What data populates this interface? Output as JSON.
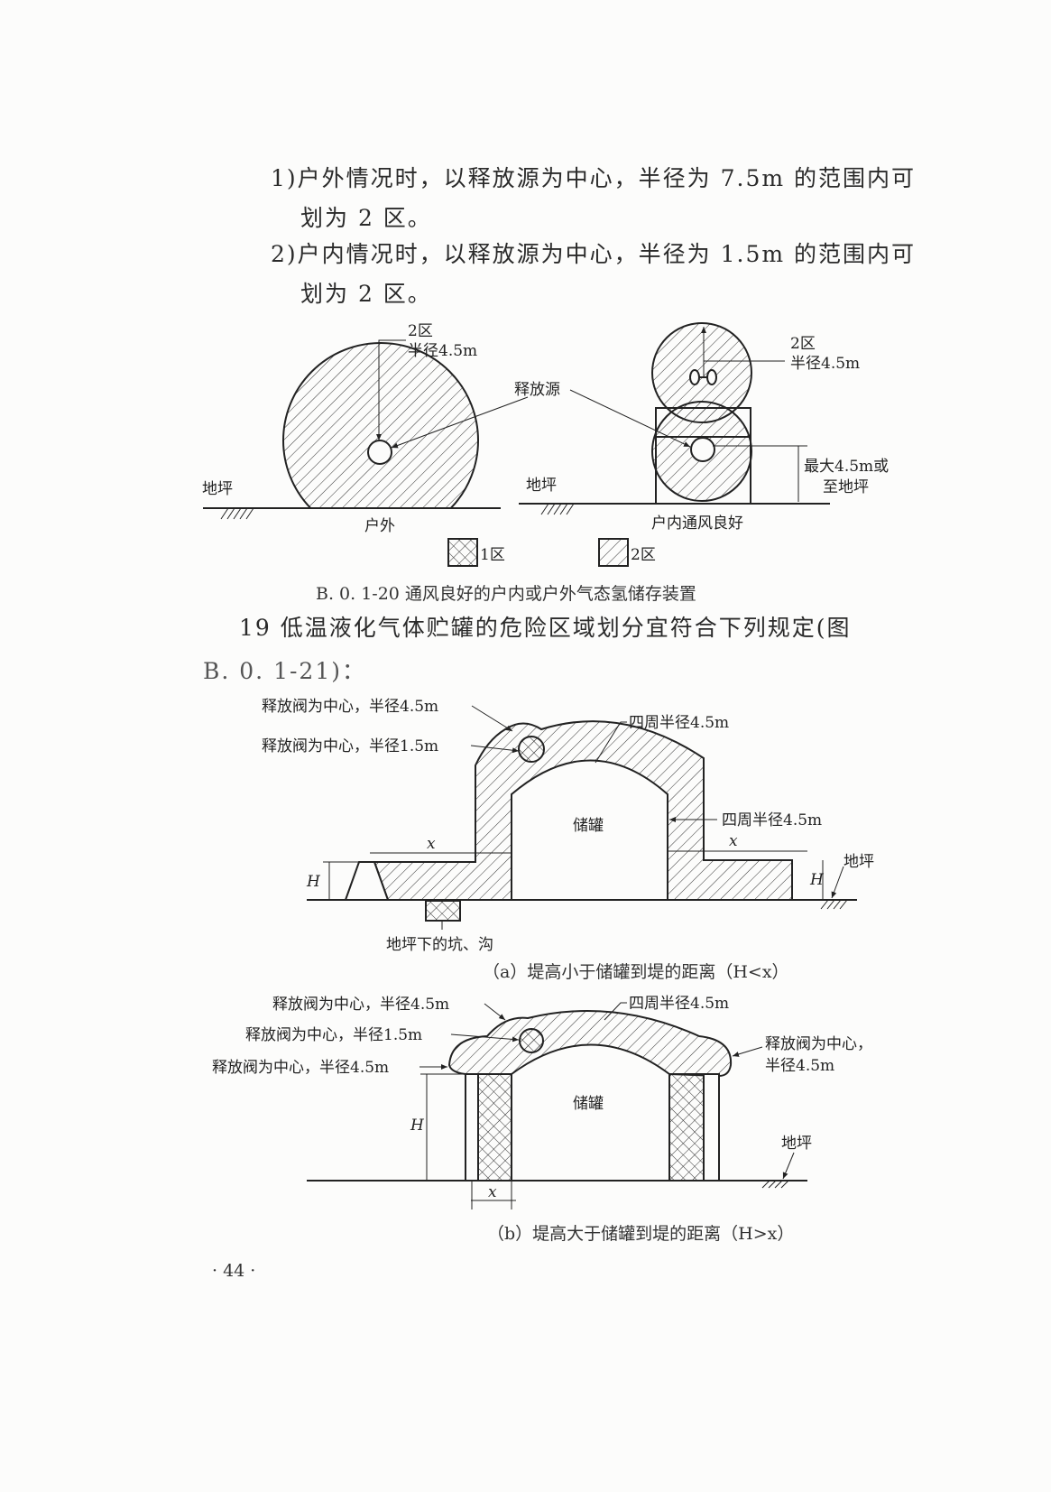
{
  "body": {
    "item1_line1": "1)户外情况时，以释放源为中心，半径为 7.5m 的范围内可",
    "item1_line2": "划为 2 区。",
    "item2_line1": "2)户内情况时，以释放源为中心，半径为 1.5m 的范围内可",
    "item2_line2": "划为 2 区。",
    "clause19_line1": "19  低温液化气体贮罐的危险区域划分宜符合下列规定(图",
    "clause19_line2": "B. 0. 1-21)："
  },
  "figure_b0120": {
    "zone2": "2区",
    "radius": "半径4.5m",
    "release_source": "释放源",
    "ground_left": "地坪",
    "ground_right": "地坪",
    "outdoor": "户外",
    "indoor": "户内通风良好",
    "max_line1": "最大4.5m或",
    "max_line2": "至地坪",
    "zone2_right": "2区",
    "radius_right": "半径4.5m",
    "legend_zone1": "1区",
    "legend_zone2": "2区",
    "caption": "B. 0. 1-20   通风良好的户内或户外气态氢储存装置"
  },
  "figure_a": {
    "valve_r45": "释放阀为中心，半径4.5m",
    "valve_r15": "释放阀为中心，半径1.5m",
    "around_top": "四周半径4.5m",
    "around_side": "四周半径4.5m",
    "tank": "储罐",
    "x_left": "x",
    "x_right": "x",
    "h_left": "H",
    "h_right": "H",
    "ground": "地坪",
    "pit": "地坪下的坑、沟",
    "caption": "（a）堤高小于储罐到堤的距离（H<x）"
  },
  "figure_b": {
    "valve_r45_top": "释放阀为中心，半径4.5m",
    "valve_r15": "释放阀为中心，半径1.5m",
    "valve_r45_left": "释放阀为中心，半径4.5m",
    "around_top": "四周半径4.5m",
    "valve_right_line1": "释放阀为中心，",
    "valve_right_line2": "半径4.5m",
    "tank": "储罐",
    "h": "H",
    "x": "x",
    "ground": "地坪",
    "caption": "（b）堤高大于储罐到堤的距离（H>x）"
  },
  "page_number": "· 44 ·"
}
